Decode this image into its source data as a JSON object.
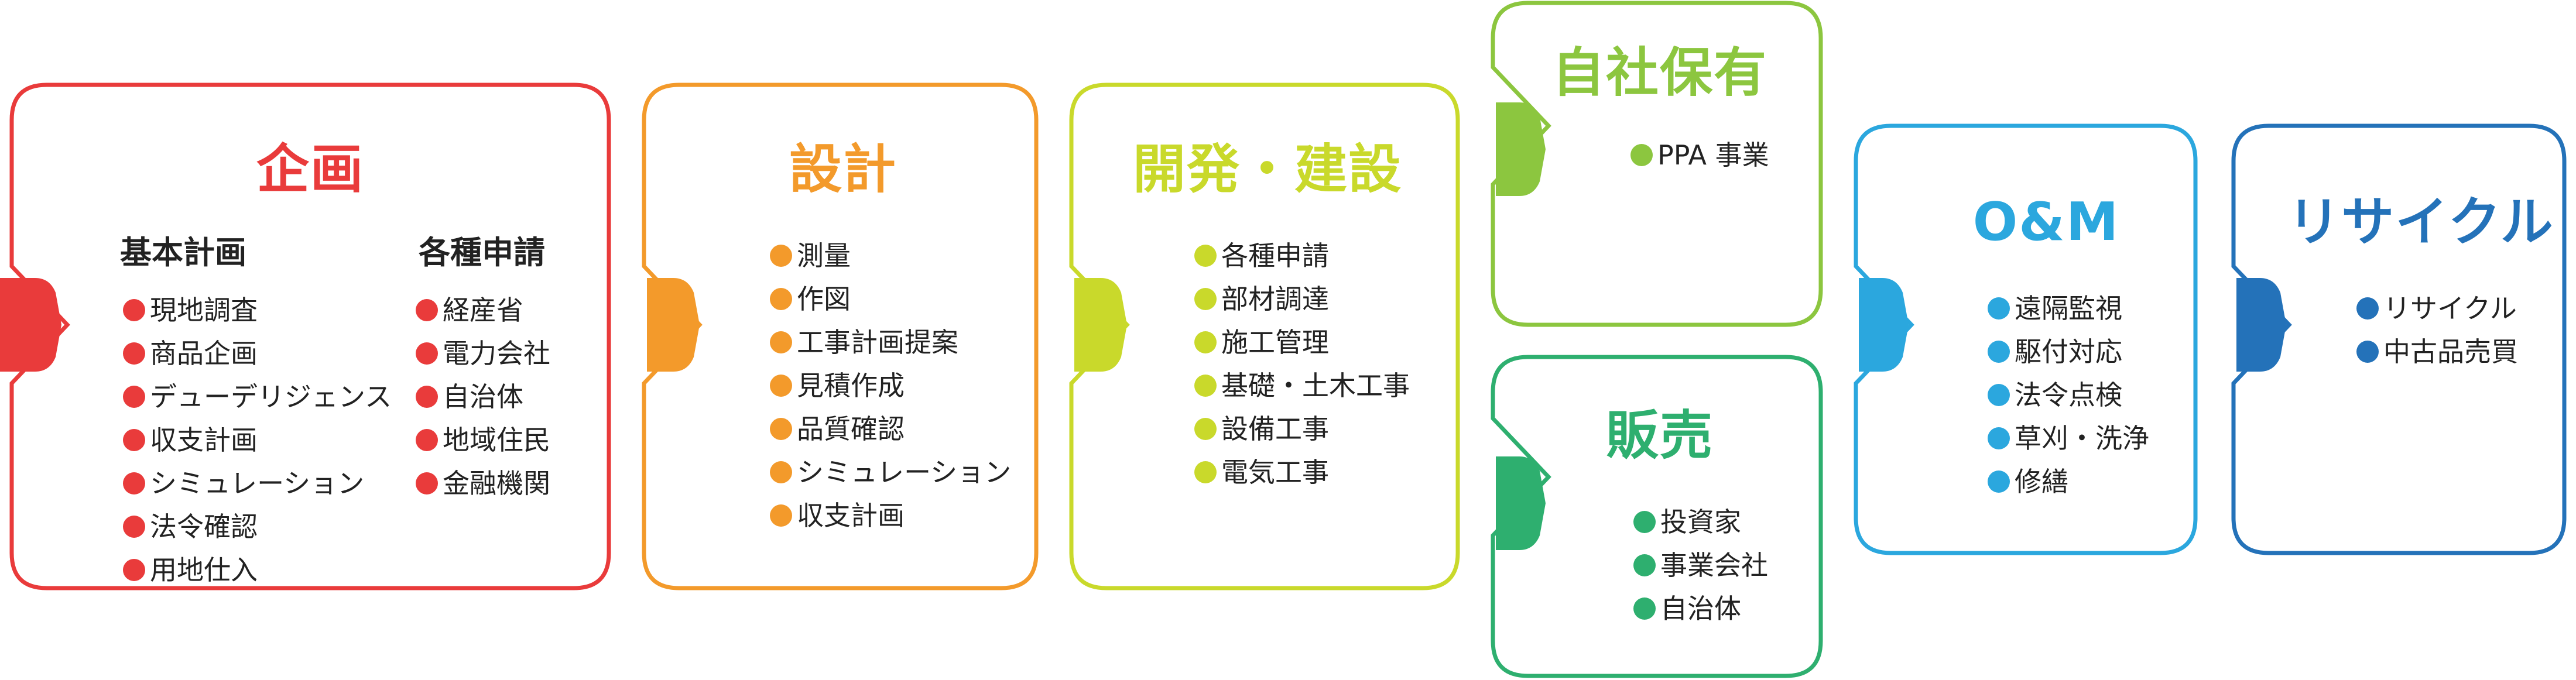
{
  "colors": {
    "kikaku": "#E93B3B",
    "sekkei": "#F39A2B",
    "kaihatsu": "#C9D92B",
    "jisha": "#8CC63F",
    "hanbai": "#2EAF6F",
    "om": "#2BA7DE",
    "recycle": "#2472B9"
  },
  "kikaku": {
    "title": "企画",
    "col1": {
      "heading": "基本計画",
      "items": [
        "現地調査",
        "商品企画",
        "デューデリジェンス",
        "収支計画",
        "シミュレーション",
        "法令確認",
        "用地仕入"
      ]
    },
    "col2": {
      "heading": "各種申請",
      "items": [
        "経産省",
        "電力会社",
        "自治体",
        "地域住民",
        "金融機関"
      ]
    }
  },
  "sekkei": {
    "title": "設計",
    "items": [
      "測量",
      "作図",
      "工事計画提案",
      "見積作成",
      "品質確認",
      "シミュレーション",
      "収支計画"
    ]
  },
  "kaihatsu": {
    "title": "開発・建設",
    "items": [
      "各種申請",
      "部材調達",
      "施工管理",
      "基礎・土木工事",
      "設備工事",
      "電気工事"
    ]
  },
  "jisha": {
    "title": "自社保有",
    "items": [
      "PPA 事業"
    ]
  },
  "hanbai": {
    "title": "販売",
    "items": [
      "投資家",
      "事業会社",
      "自治体"
    ]
  },
  "om": {
    "title": "O&M",
    "items": [
      "遠隔監視",
      "駆付対応",
      "法令点検",
      "草刈・洗浄",
      "修繕"
    ]
  },
  "recycle": {
    "title": "リサイクル",
    "items": [
      "リサイクル",
      "中古品売買"
    ]
  }
}
